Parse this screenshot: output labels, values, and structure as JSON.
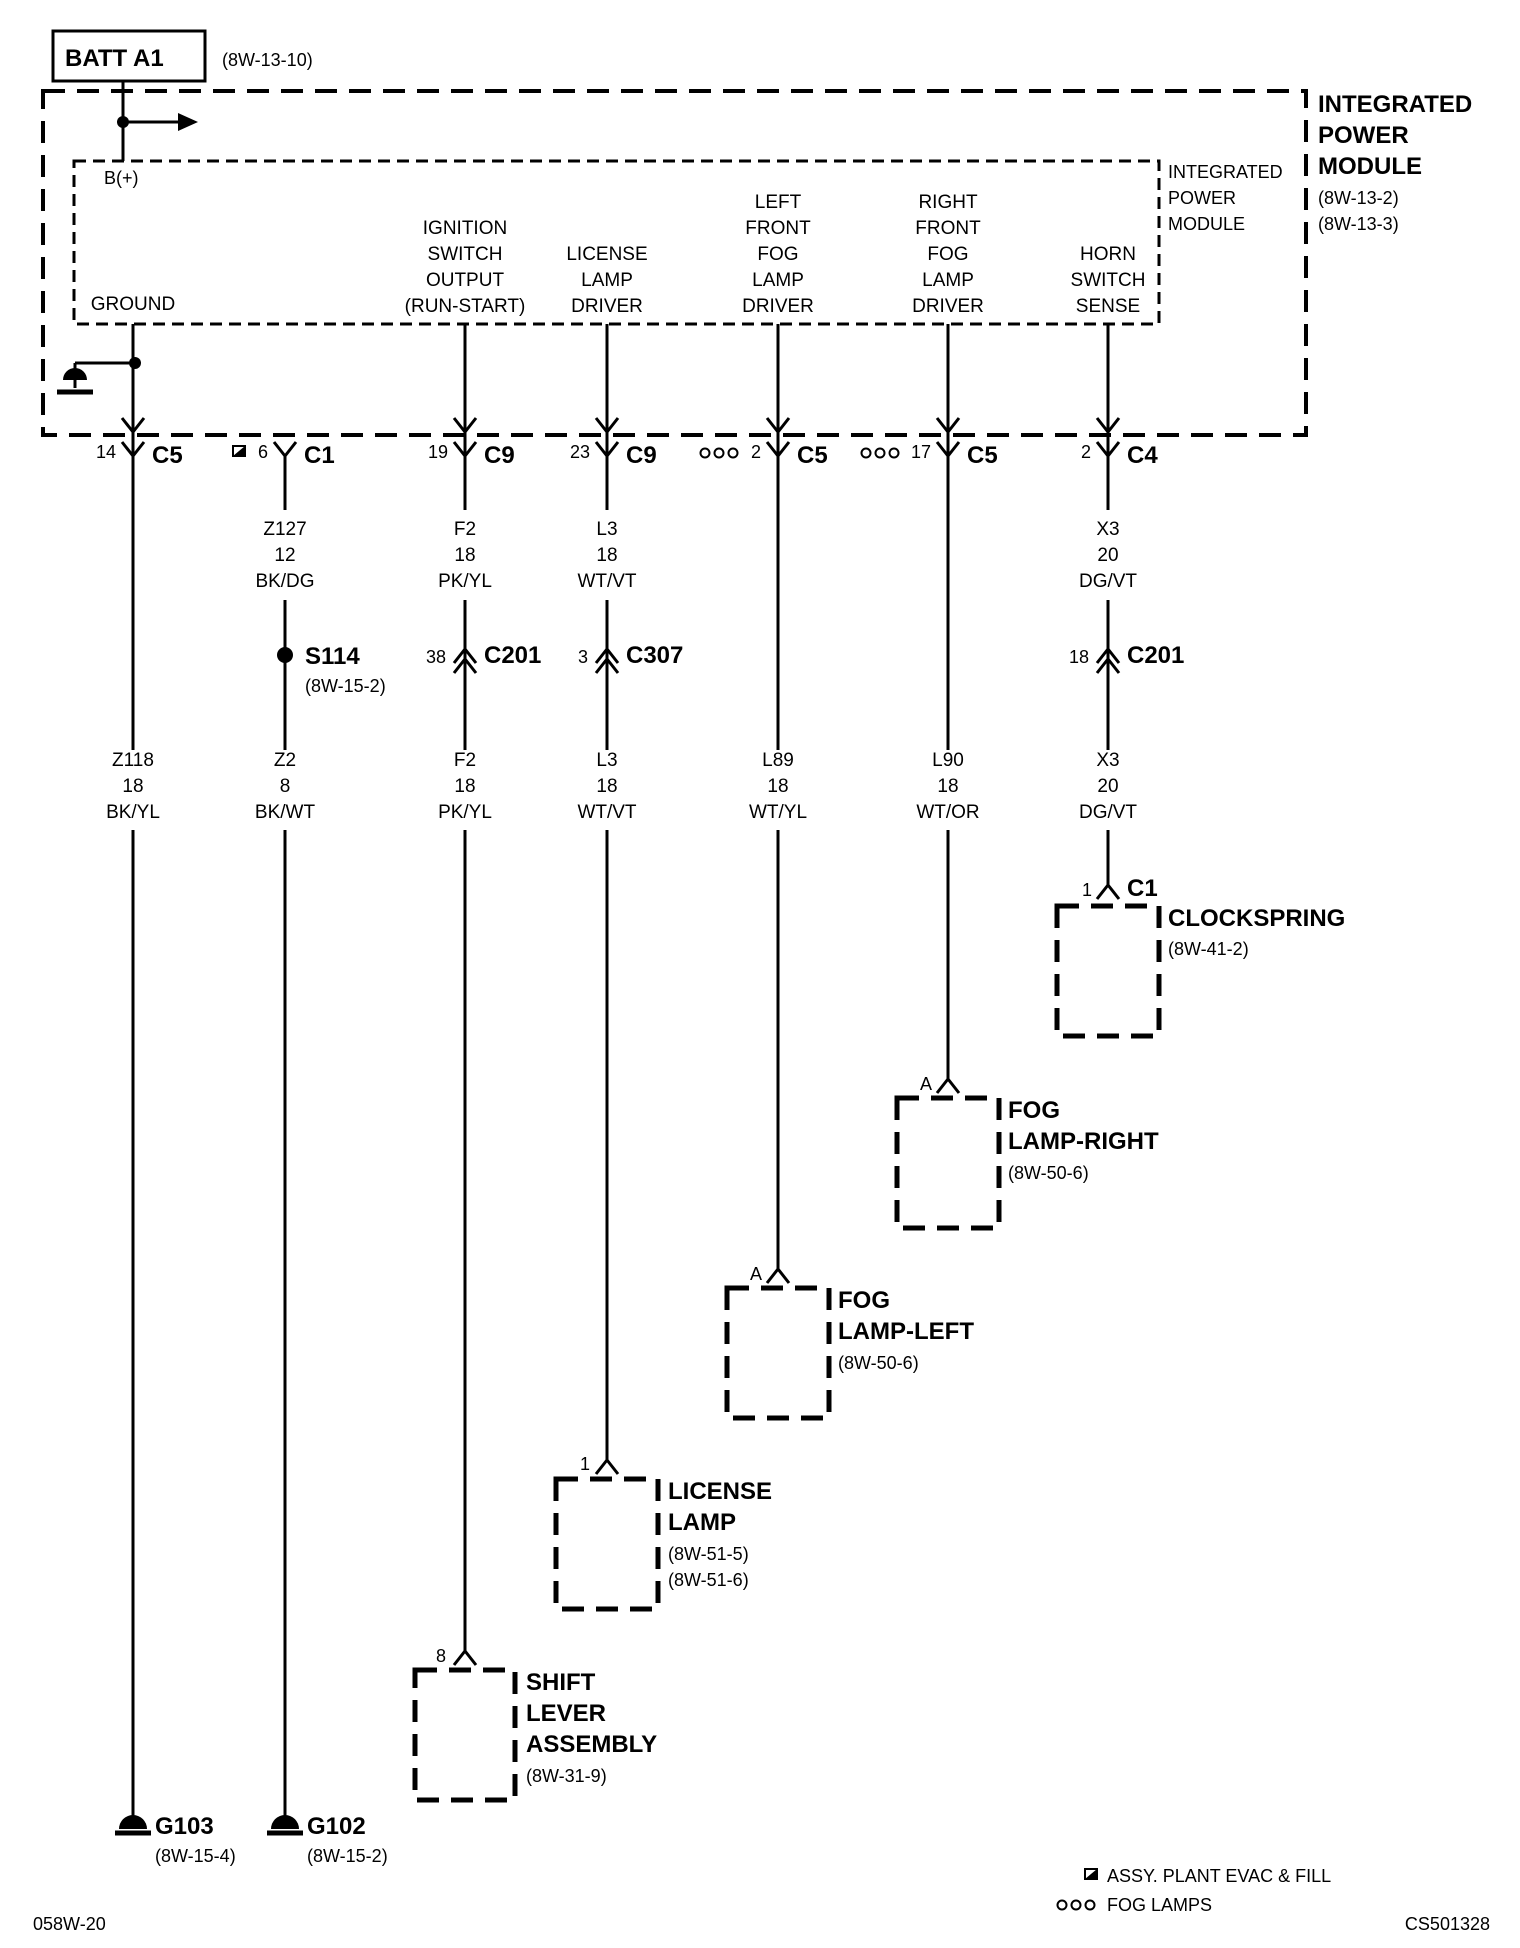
{
  "batt": {
    "label": "BATT A1",
    "ref": "(8W-13-10)"
  },
  "ipm_outer": {
    "line1": "INTEGRATED",
    "line2": "POWER",
    "line3": "MODULE",
    "ref1": "(8W-13-2)",
    "ref2": "(8W-13-3)"
  },
  "ipm_inner": {
    "line1": "INTEGRATED",
    "line2": "POWER",
    "line3": "MODULE"
  },
  "bplus": "B(+)",
  "circuits": {
    "ground": {
      "name": "GROUND",
      "pin": "14",
      "conn": "C5",
      "wire": "Z118",
      "gauge": "18",
      "color": "BK/YL",
      "end": "G103",
      "end_ref": "(8W-15-4)"
    },
    "evac": {
      "pin": "6",
      "conn": "C1",
      "wire1": "Z127",
      "gauge1": "12",
      "color1": "BK/DG",
      "splice": "S114",
      "splice_ref": "(8W-15-2)",
      "wire2": "Z2",
      "gauge2": "8",
      "color2": "BK/WT",
      "end": "G102",
      "end_ref": "(8W-15-2)"
    },
    "ign": {
      "name1": "IGNITION",
      "name2": "SWITCH",
      "name3": "OUTPUT",
      "name4": "(RUN-START)",
      "pin": "19",
      "conn": "C9",
      "wire": "F2",
      "gauge": "18",
      "color": "PK/YL",
      "inline_pin": "38",
      "inline_conn": "C201",
      "wire2": "F2",
      "gauge2": "18",
      "color2": "PK/YL",
      "comp_pin": "8",
      "comp1": "SHIFT",
      "comp2": "LEVER",
      "comp3": "ASSEMBLY",
      "comp_ref": "(8W-31-9)"
    },
    "lic": {
      "name1": "LICENSE",
      "name2": "LAMP",
      "name3": "DRIVER",
      "pin": "23",
      "conn": "C9",
      "wire": "L3",
      "gauge": "18",
      "color": "WT/VT",
      "inline_pin": "3",
      "inline_conn": "C307",
      "wire2": "L3",
      "gauge2": "18",
      "color2": "WT/VT",
      "comp_pin": "1",
      "comp1": "LICENSE",
      "comp2": "LAMP",
      "comp_ref1": "(8W-51-5)",
      "comp_ref2": "(8W-51-6)"
    },
    "lfog": {
      "name1": "LEFT",
      "name2": "FRONT",
      "name3": "FOG",
      "name4": "LAMP",
      "name5": "DRIVER",
      "pin": "2",
      "conn": "C5",
      "wire": "L89",
      "gauge": "18",
      "color": "WT/YL",
      "comp_pin": "A",
      "comp1": "FOG",
      "comp2": "LAMP-LEFT",
      "comp_ref": "(8W-50-6)"
    },
    "rfog": {
      "name1": "RIGHT",
      "name2": "FRONT",
      "name3": "FOG",
      "name4": "LAMP",
      "name5": "DRIVER",
      "pin": "17",
      "conn": "C5",
      "wire": "L90",
      "gauge": "18",
      "color": "WT/OR",
      "comp_pin": "A",
      "comp1": "FOG",
      "comp2": "LAMP-RIGHT",
      "comp_ref": "(8W-50-6)"
    },
    "horn": {
      "name1": "HORN",
      "name2": "SWITCH",
      "name3": "SENSE",
      "pin": "2",
      "conn": "C4",
      "wire": "X3",
      "gauge": "20",
      "color": "DG/VT",
      "inline_pin": "18",
      "inline_conn": "C201",
      "wire2": "X3",
      "gauge2": "20",
      "color2": "DG/VT",
      "comp_pin": "1",
      "comp_conn": "C1",
      "comp1": "CLOCKSPRING",
      "comp_ref": "(8W-41-2)"
    }
  },
  "legend": {
    "evac": "ASSY. PLANT EVAC & FILL",
    "fog": "FOG LAMPS"
  },
  "footer": {
    "left": "058W-20",
    "right": "CS501328"
  }
}
